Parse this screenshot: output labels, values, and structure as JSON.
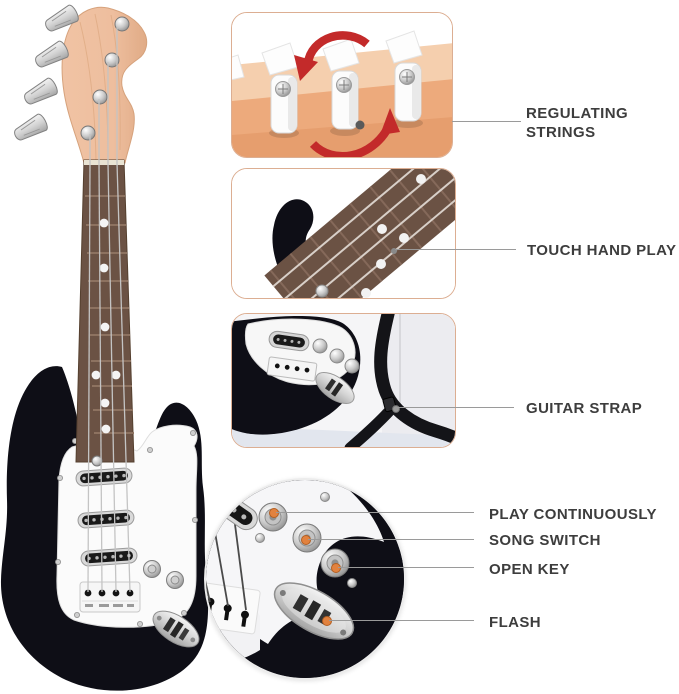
{
  "page": {
    "background_color": "#ffffff",
    "subject": "toy electric guitar feature diagram"
  },
  "callouts": {
    "text_color": "#3d3d3d",
    "line_color": "#9a9a9a",
    "items": [
      {
        "id": "regulating-strings",
        "label": "REGULATING STRINGS"
      },
      {
        "id": "touch-hand-play",
        "label": "TOUCH HAND PLAY"
      },
      {
        "id": "guitar-strap",
        "label": "GUITAR STRAP"
      },
      {
        "id": "play-continuously",
        "label": "PLAY CONTINUOUSLY"
      },
      {
        "id": "song-switch",
        "label": "SONG SWITCH"
      },
      {
        "id": "open-key",
        "label": "OPEN KEY"
      },
      {
        "id": "flash",
        "label": "FLASH"
      }
    ]
  },
  "colors": {
    "accent_red_arrows": "#c32a2a",
    "feature_marker_orange": "#e2823f",
    "inset_border_tan": "#dcae92",
    "guitar_body_black": "#0e0e16",
    "headstock_wood": "#eebe9e",
    "fretboard_brown": "#6b5244",
    "pickguard_white": "#fbfbfb"
  },
  "icons": [
    {
      "name": "rotation-arrows-icon"
    },
    {
      "name": "feature-marker-dot"
    }
  ]
}
